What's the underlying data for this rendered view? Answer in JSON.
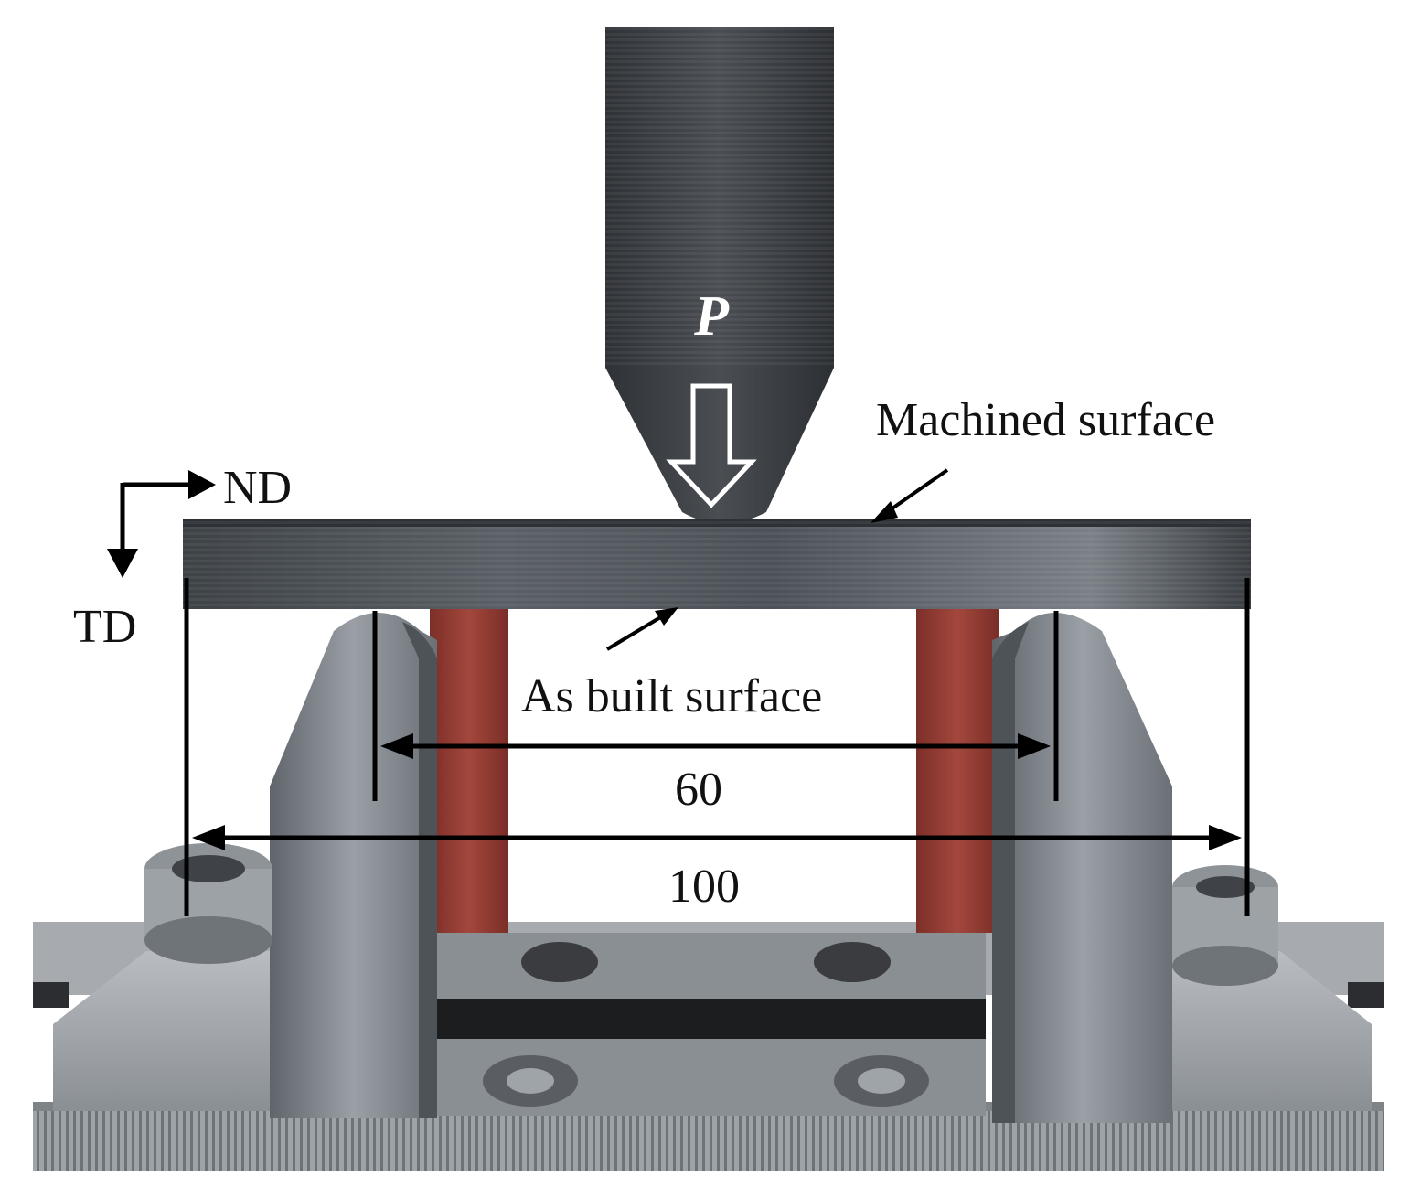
{
  "labels": {
    "load": "P",
    "machined_surface": "Machined surface",
    "as_built_surface": "As built surface",
    "nd": "ND",
    "td": "TD",
    "span_inner": "60",
    "span_outer": "100"
  },
  "colors": {
    "steel_dark": "#3b3f44",
    "steel_mid": "#6f757b",
    "steel_light": "#b8bcc0",
    "red_paint": "#8f3a32",
    "annotation": "#000000",
    "load_text": "#ffffff"
  }
}
